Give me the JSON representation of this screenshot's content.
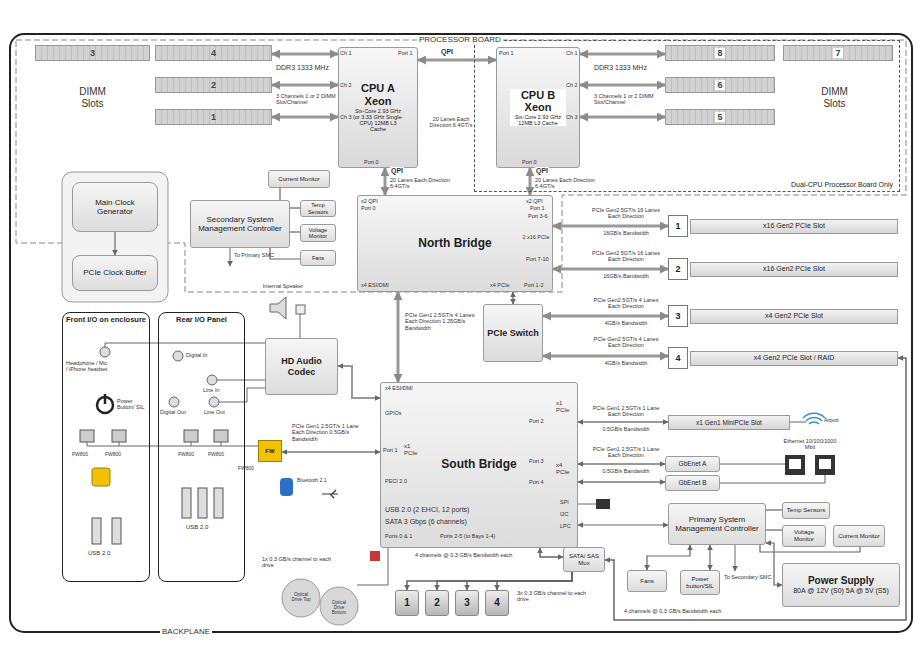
{
  "diagram": {
    "nodes": [
      {
        "text": [
          "CPU A Xeon",
          "Six-Core 2.93 GHz (or 3.33 GHz Single-CPU) 12MB L3 Cache"
        ]
      },
      {
        "text": [
          "Dual-CPU Processor Board Only"
        ]
      },
      {
        "text": [
          "CPU B Xeon",
          "Six-Core 2.93 GHz 12MB L3 Cache"
        ],
        "in": 1
      },
      {
        "text": [
          "3"
        ]
      },
      {
        "text": [
          "4"
        ]
      },
      {
        "text": [
          "2"
        ]
      },
      {
        "text": [
          "1"
        ]
      },
      {
        "text": [
          "8"
        ],
        "in": 1
      },
      {
        "text": [
          "7"
        ],
        "in": 1
      },
      {
        "text": [
          "6"
        ],
        "in": 1
      },
      {
        "text": [
          "5"
        ],
        "in": 1
      },
      {
        "text": [
          "North Bridge"
        ]
      },
      {
        "text": [
          "Current Monitor"
        ]
      },
      {
        "text": [
          "Secondary System Management Controller"
        ]
      },
      {
        "text": [
          "Temp Sensors"
        ]
      },
      {
        "text": [
          "Voltage Monitor"
        ]
      },
      {
        "text": [
          "Fans"
        ]
      },
      {
        "text": [
          "Main Clock Generator"
        ]
      },
      {
        "text": [
          "PCIe Clock Buffer"
        ]
      },
      {
        "text": [
          "1"
        ]
      },
      {
        "text": [
          "x16 Gen2 PCIe Slot"
        ]
      },
      {
        "text": [
          "2"
        ]
      },
      {
        "text": [
          "x16 Gen2 PCIe Slot"
        ]
      },
      {
        "text": [
          "3"
        ]
      },
      {
        "text": [
          "x4 Gen2 PCIe Slot"
        ]
      },
      {
        "text": [
          "4"
        ]
      },
      {
        "text": [
          "x4 Gen2 PCIe Slot / RAID"
        ]
      },
      {
        "text": [
          "PCIe Switch"
        ]
      },
      {
        "text": [
          "Front I/O on enclosure"
        ]
      },
      {
        "text": [
          "Rear I/O Panel"
        ]
      },
      {
        "text": [
          "HD Audio Codec"
        ]
      },
      {
        "text": [
          "FW"
        ]
      },
      {
        "text": [
          "South Bridge"
        ]
      },
      {
        "text": [
          "x1 Gen1 MiniPCIe Slot"
        ]
      },
      {
        "text": [
          "GbEnet A"
        ]
      },
      {
        "text": [
          "GbEnet B"
        ]
      },
      {
        "text": [
          "Primary System Management Controller"
        ]
      },
      {
        "text": [
          "Temp Sensors"
        ]
      },
      {
        "text": [
          "Voltage Monitor"
        ]
      },
      {
        "text": [
          "Current Monitor"
        ]
      },
      {
        "text": [
          "Fans"
        ]
      },
      {
        "text": [
          "Power button/SIL"
        ]
      },
      {
        "text": [
          "Power Supply",
          "80A @ 12V (S0) 5A @ 5V (S5)"
        ]
      },
      {
        "text": [
          "SATA/ SAS Mux"
        ]
      },
      {
        "text": [
          "1"
        ]
      },
      {
        "text": [
          "2"
        ]
      },
      {
        "text": [
          "3"
        ]
      },
      {
        "text": [
          "4"
        ]
      }
    ],
    "edges": [
      {
        "from": 0,
        "to": 2,
        "arrow": "both",
        "label": "QPI"
      },
      {
        "from": 4,
        "to": 0,
        "arrow": "both"
      },
      {
        "from": 5,
        "to": 0,
        "arrow": "both"
      },
      {
        "from": 6,
        "to": 0,
        "arrow": "both"
      },
      {
        "from": 2,
        "to": 7,
        "arrow": "both"
      },
      {
        "from": 2,
        "to": 9,
        "arrow": "both"
      },
      {
        "from": 2,
        "to": 10,
        "arrow": "both"
      },
      {
        "from": 0,
        "to": 11,
        "arrow": "both",
        "label": "QPI"
      },
      {
        "from": 2,
        "to": 11,
        "arrow": "both",
        "label": "QPI"
      },
      {
        "from": 13,
        "to": 12,
        "arrow": "none"
      },
      {
        "from": 13,
        "to": 14,
        "arrow": "none"
      },
      {
        "from": 13,
        "to": 15,
        "arrow": "none"
      },
      {
        "from": 13,
        "to": 16,
        "arrow": "none"
      },
      {
        "from": 17,
        "to": 18,
        "arrow": "to"
      },
      {
        "from": 11,
        "to": 19,
        "arrow": "both"
      },
      {
        "from": 11,
        "to": 21,
        "arrow": "both"
      },
      {
        "from": 11,
        "to": 27,
        "arrow": "both"
      },
      {
        "from": 27,
        "to": 23,
        "arrow": "both"
      },
      {
        "from": 27,
        "to": 25,
        "arrow": "both"
      },
      {
        "from": 11,
        "to": 32,
        "arrow": "both"
      },
      {
        "from": 30,
        "to": 32,
        "arrow": "both"
      },
      {
        "from": 31,
        "to": 32,
        "arrow": "both"
      },
      {
        "from": 32,
        "to": 33,
        "arrow": "both"
      },
      {
        "from": 32,
        "to": 34,
        "arrow": "both"
      },
      {
        "from": 32,
        "to": 35,
        "arrow": "both"
      },
      {
        "from": 32,
        "to": 36,
        "arrow": "both"
      },
      {
        "from": 36,
        "to": 37,
        "arrow": "none"
      },
      {
        "from": 36,
        "to": 38,
        "arrow": "none"
      },
      {
        "from": 36,
        "to": 39,
        "arrow": "none"
      },
      {
        "from": 36,
        "to": 40,
        "arrow": "both"
      },
      {
        "from": 36,
        "to": 41,
        "arrow": "both"
      },
      {
        "from": 36,
        "to": 42,
        "arrow": "both"
      },
      {
        "from": 32,
        "to": 43,
        "arrow": "both"
      },
      {
        "from": 43,
        "to": 44,
        "arrow": "to"
      },
      {
        "from": 43,
        "to": 45,
        "arrow": "to"
      },
      {
        "from": 43,
        "to": 46,
        "arrow": "to"
      },
      {
        "from": 43,
        "to": 47,
        "arrow": "to"
      },
      {
        "from": 43,
        "to": 26,
        "arrow": "both"
      }
    ],
    "labels": [
      "PROCESSOR BOARD",
      "BACKPLANE",
      "DIMM Slots",
      "DDR3 1333 MHz",
      "3 Channels 1 or 2 DIMM Slot/Channel",
      "Ch 1",
      "Ch 2",
      "Ch 3",
      "Port 1",
      "Port 0",
      "20 Lanes Each Direction 6.4GT/s",
      "20 Lanes Each Direction 6.4GT/s",
      "20 Lanes Each Direction 6.4GT/s",
      "DDR3 1333 MHz",
      "3 Channels 1 or 2 DIMM Slot/Channel",
      "Ch 1",
      "Ch 2",
      "Ch 3",
      "Port 1",
      "Port 0",
      "DIMM Slots",
      "x2 QPI",
      "Port 0",
      "x2 QPI",
      "Port 1",
      "2 x16 PCIe",
      "Port 3-6",
      "Port 7-10",
      "x4 ESI/DMI",
      "x4 PCIe",
      "Port 1-2",
      "PCIe Gen2 5GT/s 16 Lanes Each Direction",
      "16GB/s Bandwidth",
      "PCIe Gen2 5GT/s 16 Lanes Each Direction",
      "16GB/s Bandwidth",
      "PCIe Gen2 5GT/s 4 Lanes Each Direction",
      "4GB/s Bandwidth",
      "PCIe Gen2 5GT/s 4 Lanes Each Direction",
      "4GB/s Bandwidth",
      "PCIe Gen1 2.5GT/s 4 Lanes Each Direction 1.25GB/s Bandwidth",
      "Internal Speaker",
      "To Primary SMC",
      "x4 ESI/DMI",
      "GPIOs",
      "Port 1",
      "x1 PCIe",
      "PECI 2.0",
      "USB 2.0 (2 EHCI, 12 ports)",
      "SATA 3 Gbps (6 channels)",
      "Ports 0 & 1",
      "Ports 2-5 (to Bays 1-4)",
      "x1 PCIe",
      "Port 2",
      "x4 PCIe",
      "Port 3",
      "Port 4",
      "SPI",
      "I2C",
      "LPC",
      "PCIe Gen1 2.5GT/s 1 Lane Each Direction",
      "0.5GB/s Bandwidth",
      "PCIe Gen1 2.5GT/s 1 Lane Each Direction",
      "0.5GB/s Bandwidth",
      "Airport",
      "Ethernet 10/100/1000 Mbit",
      "Headphone / Mic / iPhone headset",
      "Power Button/ SIL",
      "FW800",
      "FW800",
      "USB 2.0",
      "Digital In",
      "Line In",
      "Digital Out",
      "Line Out",
      "FW800",
      "FW800",
      "USB 2.0",
      "FW800",
      "PCIe Gen1 2.5GT/s 1 Lane Each Direction 0.5GB/s Bandwidth",
      "Bluetooth 2.1",
      "1x 0.3 GB/s channel to each drive",
      "Optical Drive Top",
      "Optical Drive Bottom",
      "4 channels @ 0.3 GB/s Bandwidth each",
      "3x 0.3 GB/s channel to each drive",
      "4 channels @ 0.3 GB/s Bandwidth each",
      "To Secondary SMC"
    ]
  }
}
